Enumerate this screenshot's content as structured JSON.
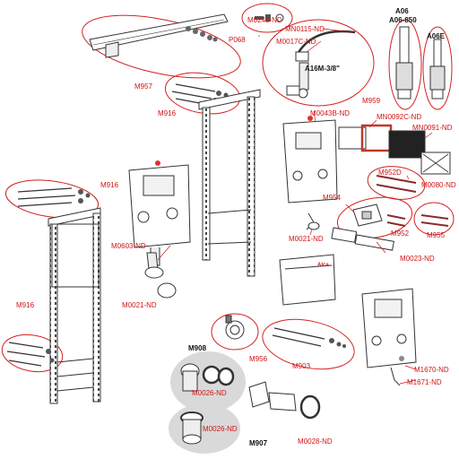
{
  "colors": {
    "label_red": "#d21414",
    "label_black": "#111111",
    "outline": "#d42020",
    "part_stroke": "#333333",
    "gray_fill": "#d9d9d9",
    "gasket_red": "#c0392b"
  },
  "labels": {
    "m0243": "M0243-ND",
    "p068": "P068",
    "mn0115": "MN0115-ND",
    "m0017c": "M0017C-ND",
    "a16m": "A16M-3/8\"",
    "a06": "A06",
    "a06_850": "A06-850",
    "a06e": "A06E",
    "m957": "M957",
    "m916_top": "M916",
    "m959": "M959",
    "m0043b": "M0043B-ND",
    "mn0092c": "MN0092C-ND",
    "mn0091": "MN0091-ND",
    "m916_left_top": "M916",
    "m952d": "M952D",
    "m0080": "M0080-ND",
    "m954": "M954",
    "m0603": "M0603-ND",
    "m0021_right": "M0021-ND",
    "m952": "M952",
    "m955": "M955",
    "m0023": "M0023-ND",
    "m916_left_bottom": "M916",
    "m0021_left": "M0021-ND",
    "m956": "M956",
    "m908": "M908",
    "m903": "M903",
    "m1670": "M1670-ND",
    "m1671": "M1671-ND",
    "m0026_top": "M0026-ND",
    "m0026_bottom": "M0026-ND",
    "m907": "M907",
    "m0028": "M0028-ND",
    "alca_logo": "Alca"
  }
}
